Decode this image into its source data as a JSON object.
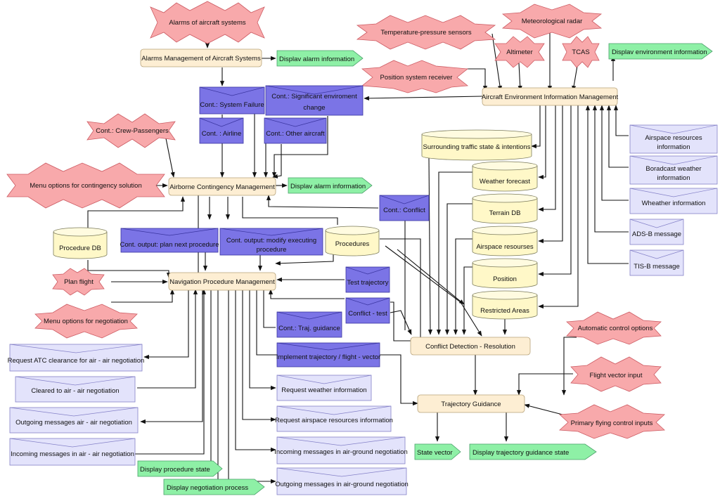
{
  "alarms": {
    "aircraft_systems": "Alarms of aircraft systems",
    "crew_passengers": "Cont.: Crew-Passengers",
    "menu_contingency": "Menu options for contingency solution",
    "plan_flight": "Plan flight",
    "menu_negotiation": "Menu options for negotiation",
    "temp_pressure": "Temperature-pressure sensors",
    "met_radar": "Meteorological radar",
    "altimeter": "Altimeter",
    "tcas": "TCAS",
    "position_receiver": "Position system receiver",
    "auto_control": "Automatic control options",
    "flight_vector_input": "Flight vector input",
    "primary_flying": "Primary flying control inputs"
  },
  "processes": {
    "alarms_mgmt": "Alarms Management of Aircraft Systems",
    "env_mgmt": "Aircraft Environment Information Management",
    "contingency_mgmt": "Airborne Contingency Management",
    "nav_mgmt": "Navigation Procedure Management",
    "conflict": "Conflict Detection - Resolution",
    "traj_guidance": "Trajectory Guidance"
  },
  "displays": {
    "alarm_info_1": "Displav alarm information",
    "alarm_info_2": "Displav alarm information",
    "env_info": "Displav environment information",
    "procedure_state": "Display procedure state",
    "negotiation_process": "Display negotiation process",
    "state_vector": "State vector",
    "traj_guidance_state": "Display trajectory guidance state"
  },
  "dark_msgs": {
    "system_failure": "Cont.: System Failure",
    "significant_env_1": "Cont.: Significant enviroment",
    "significant_env_2": "change",
    "airline": "Cont. : Airline",
    "other_aircraft": "Cont.: Other aircraft",
    "conflict": "Cont.: Conflict",
    "plan_next": "Cont. output: plan next procedure",
    "modify_exec_1": "Cont. output: modify executing",
    "modify_exec_2": "procedure",
    "test_traj": "Test trajectory",
    "conflict_test": "Conflict - test",
    "traj_guidance": "Cont.: Traj. guidance",
    "implement_traj": "Implement trajectory / flight - vector"
  },
  "light_msgs": {
    "request_atc": "Request ATC clearance for air - air negotiation",
    "cleared": "Cleared to air - air negotiation",
    "outgoing_air": "Outgoing messages air - air negotiation",
    "incoming_air": "Incoming messages in air - air negotiation",
    "request_weather": "Request weather information",
    "request_airspace": "Request airspace resources information",
    "incoming_ground": "Incoming messages in air-ground negotiation",
    "outgoing_ground": "Outgoing messages in air-ground negotiation",
    "airspace_res_1": "Airspace resources",
    "airspace_res_2": "information",
    "broadcast_1": "Boradcast weather",
    "broadcast_2": "information",
    "weather_info": "Wheather information",
    "adsb": "ADS-B message",
    "tisb": "TIS-B message"
  },
  "databases": {
    "traffic": "Surrounding traffic state & intentions",
    "weather_forecast": "Weather forecast",
    "terrain": "Terrain DB",
    "airspace": "Airspace resourses",
    "position": "Position",
    "restricted": "Restricted Areas",
    "procedure_db": "Procedure DB",
    "procedures": "Procedures"
  }
}
